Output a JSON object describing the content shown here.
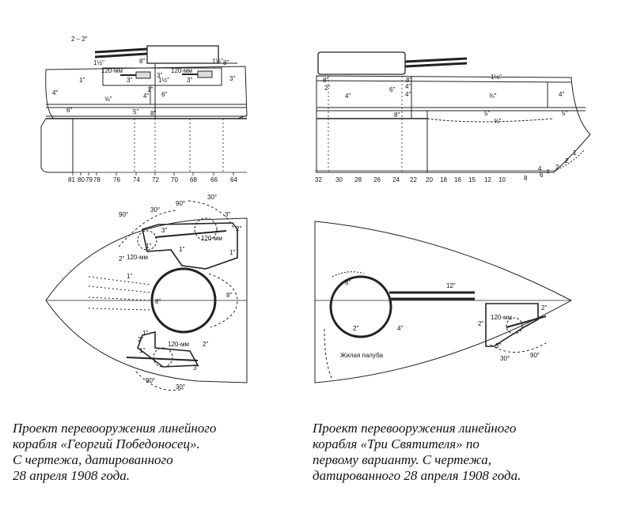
{
  "caption_left": {
    "lines": [
      "Проект перевооружения линейного",
      "корабля «Георгий Победоносец».",
      "С чертежа, датированного",
      "28 апреля 1908 года."
    ]
  },
  "caption_right": {
    "lines": [
      "Проект перевооружения линейного",
      "корабля «Три Святителя» по",
      "первому варианту. С чертежа,",
      "датированного 28 апреля 1908 года."
    ]
  },
  "drawing1": {
    "gun_note": "2 – 2\"",
    "armor_labels": [
      "1½\"",
      "8\"",
      "120-мм",
      "3\"",
      "3\"",
      "1\"",
      "3\"",
      "1½\"",
      "1\"",
      "4\"",
      "4\"",
      "6\"",
      "⅝\"",
      "6\"",
      "5\"",
      "8\"",
      "1½\"",
      "8\"",
      "3\"",
      "120-мм"
    ],
    "frames": [
      "81",
      "80",
      "79",
      "78",
      "76",
      "74",
      "72",
      "70",
      "68",
      "66",
      "64"
    ]
  },
  "drawing2": {
    "armor_labels": [
      "8\"",
      "2\"",
      "6\"",
      "4\"",
      "4\"",
      "8\"",
      "1½\"",
      "4\"",
      "¾\"",
      "4\"",
      "5\"",
      "⅜\"",
      "5\"",
      "8\""
    ],
    "frames": [
      "32",
      "30",
      "28",
      "26",
      "24",
      "22",
      "20",
      "18",
      "16",
      "15",
      "12",
      "10",
      "8",
      "6",
      "4",
      "2"
    ],
    "bow_numbers": [
      "1",
      "2",
      "4"
    ]
  },
  "drawing3": {
    "labels": [
      "90°",
      "30°",
      "90°",
      "30°",
      "3\"",
      "3\"",
      "2\"",
      "1\"",
      "120-мм",
      "120-мм",
      "1\"",
      "2\"",
      "1\"",
      "1\"",
      "8\"",
      "8\"",
      "1\"",
      "2\"",
      "120-мм",
      "2\"",
      "1\"",
      "3\"",
      "90°",
      "30°"
    ]
  },
  "drawing4": {
    "labels": [
      "8\"",
      "12\"",
      "2\"",
      "4\"",
      "120-мм",
      "2\"",
      "2\"",
      "3\"",
      "30°",
      "90°"
    ],
    "deck_label": "Жилая палуба"
  }
}
